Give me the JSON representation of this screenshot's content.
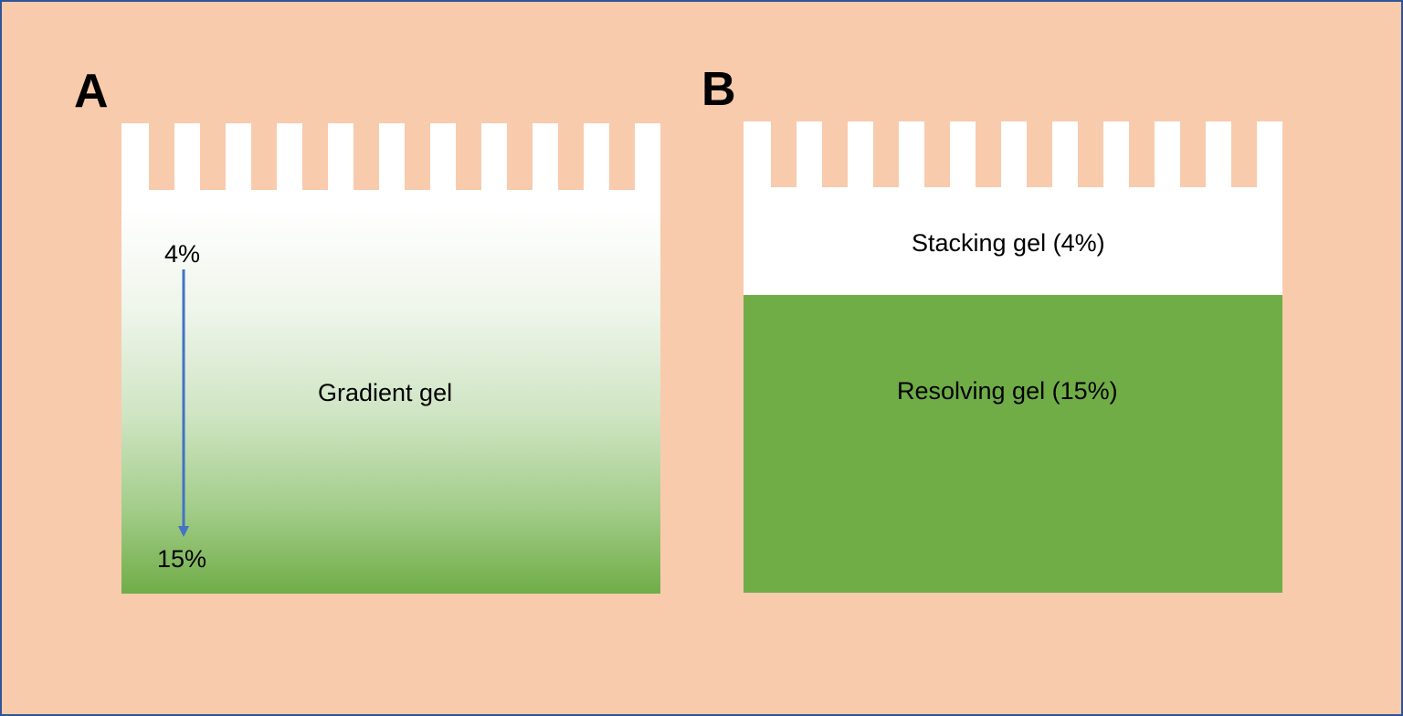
{
  "panel_a": {
    "letter": "A",
    "gel_label": "Gradient gel",
    "top_percent": "4%",
    "bottom_percent": "15%",
    "colors": {
      "gel_top": "#FFFFFF",
      "gel_bottom": "#70AD47",
      "arrow": "#4472C4"
    }
  },
  "panel_b": {
    "letter": "B",
    "stacking_label": "Stacking gel (4%)",
    "resolving_label": "Resolving gel (15%)",
    "colors": {
      "stacking": "#FFFFFF",
      "resolving": "#70AD47"
    }
  },
  "colors": {
    "background": "#F8CBAD",
    "border": "#2F5597",
    "text": "#000000"
  }
}
